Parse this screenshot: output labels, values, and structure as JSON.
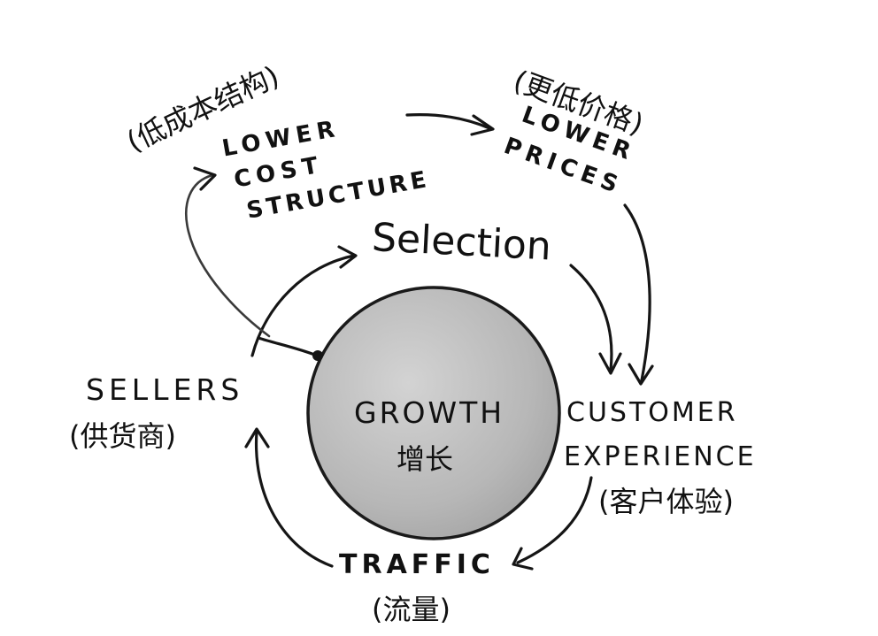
{
  "nodes": {
    "lower_cost": {
      "line1": "LOWER",
      "line2": "COST",
      "line3": "STRUCTURE",
      "translation": "(低成本结构)"
    },
    "lower_prices": {
      "line1": "LOWER",
      "line2": "PRICES",
      "translation": "(更低价格)"
    },
    "selection": {
      "label": "Selection"
    },
    "growth": {
      "label": "GROWTH",
      "translation": "增长"
    },
    "sellers": {
      "label": "SELLERS",
      "translation": "(供货商)"
    },
    "customer_experience": {
      "line1": "CUSTOMER",
      "line2": "EXPERIENCE",
      "translation": "(客户体验)"
    },
    "traffic": {
      "label": "TRAFFIC",
      "translation": "(流量)"
    }
  },
  "colors": {
    "ink": "#151515",
    "circle_fill": "#b9b9b9",
    "circle_stroke": "#1a1a1a",
    "background": "#ffffff"
  }
}
